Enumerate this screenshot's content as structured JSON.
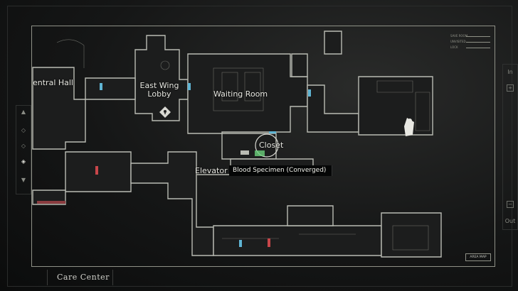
{
  "map": {
    "area_name": "Care Center",
    "rooms": {
      "central_hall": "entral Hall",
      "east_wing_lobby": "East Wing\nLobby",
      "waiting_room": "Waiting Room",
      "closet": "Closet",
      "elevator": "Elevator"
    },
    "tooltip": "Blood Specimen (Converged)",
    "area_map_button": "AREA MAP",
    "legend": [
      "SAVE ROOM",
      "UNVISITED",
      "LOCK"
    ]
  },
  "zoom": {
    "in_label": "In",
    "out_label": "Out",
    "plus": "+",
    "minus": "−"
  },
  "left_rail": [
    "up-arrow-icon",
    "diamond-icon",
    "diamond-icon",
    "diamond-selected-icon",
    "down-arrow-icon"
  ],
  "colors": {
    "wall": "#b9bbb3",
    "door_blue": "#5fb4d3",
    "door_red": "#c8464a",
    "floor": "#1b1c1c",
    "item_green": "#6bd17c"
  }
}
